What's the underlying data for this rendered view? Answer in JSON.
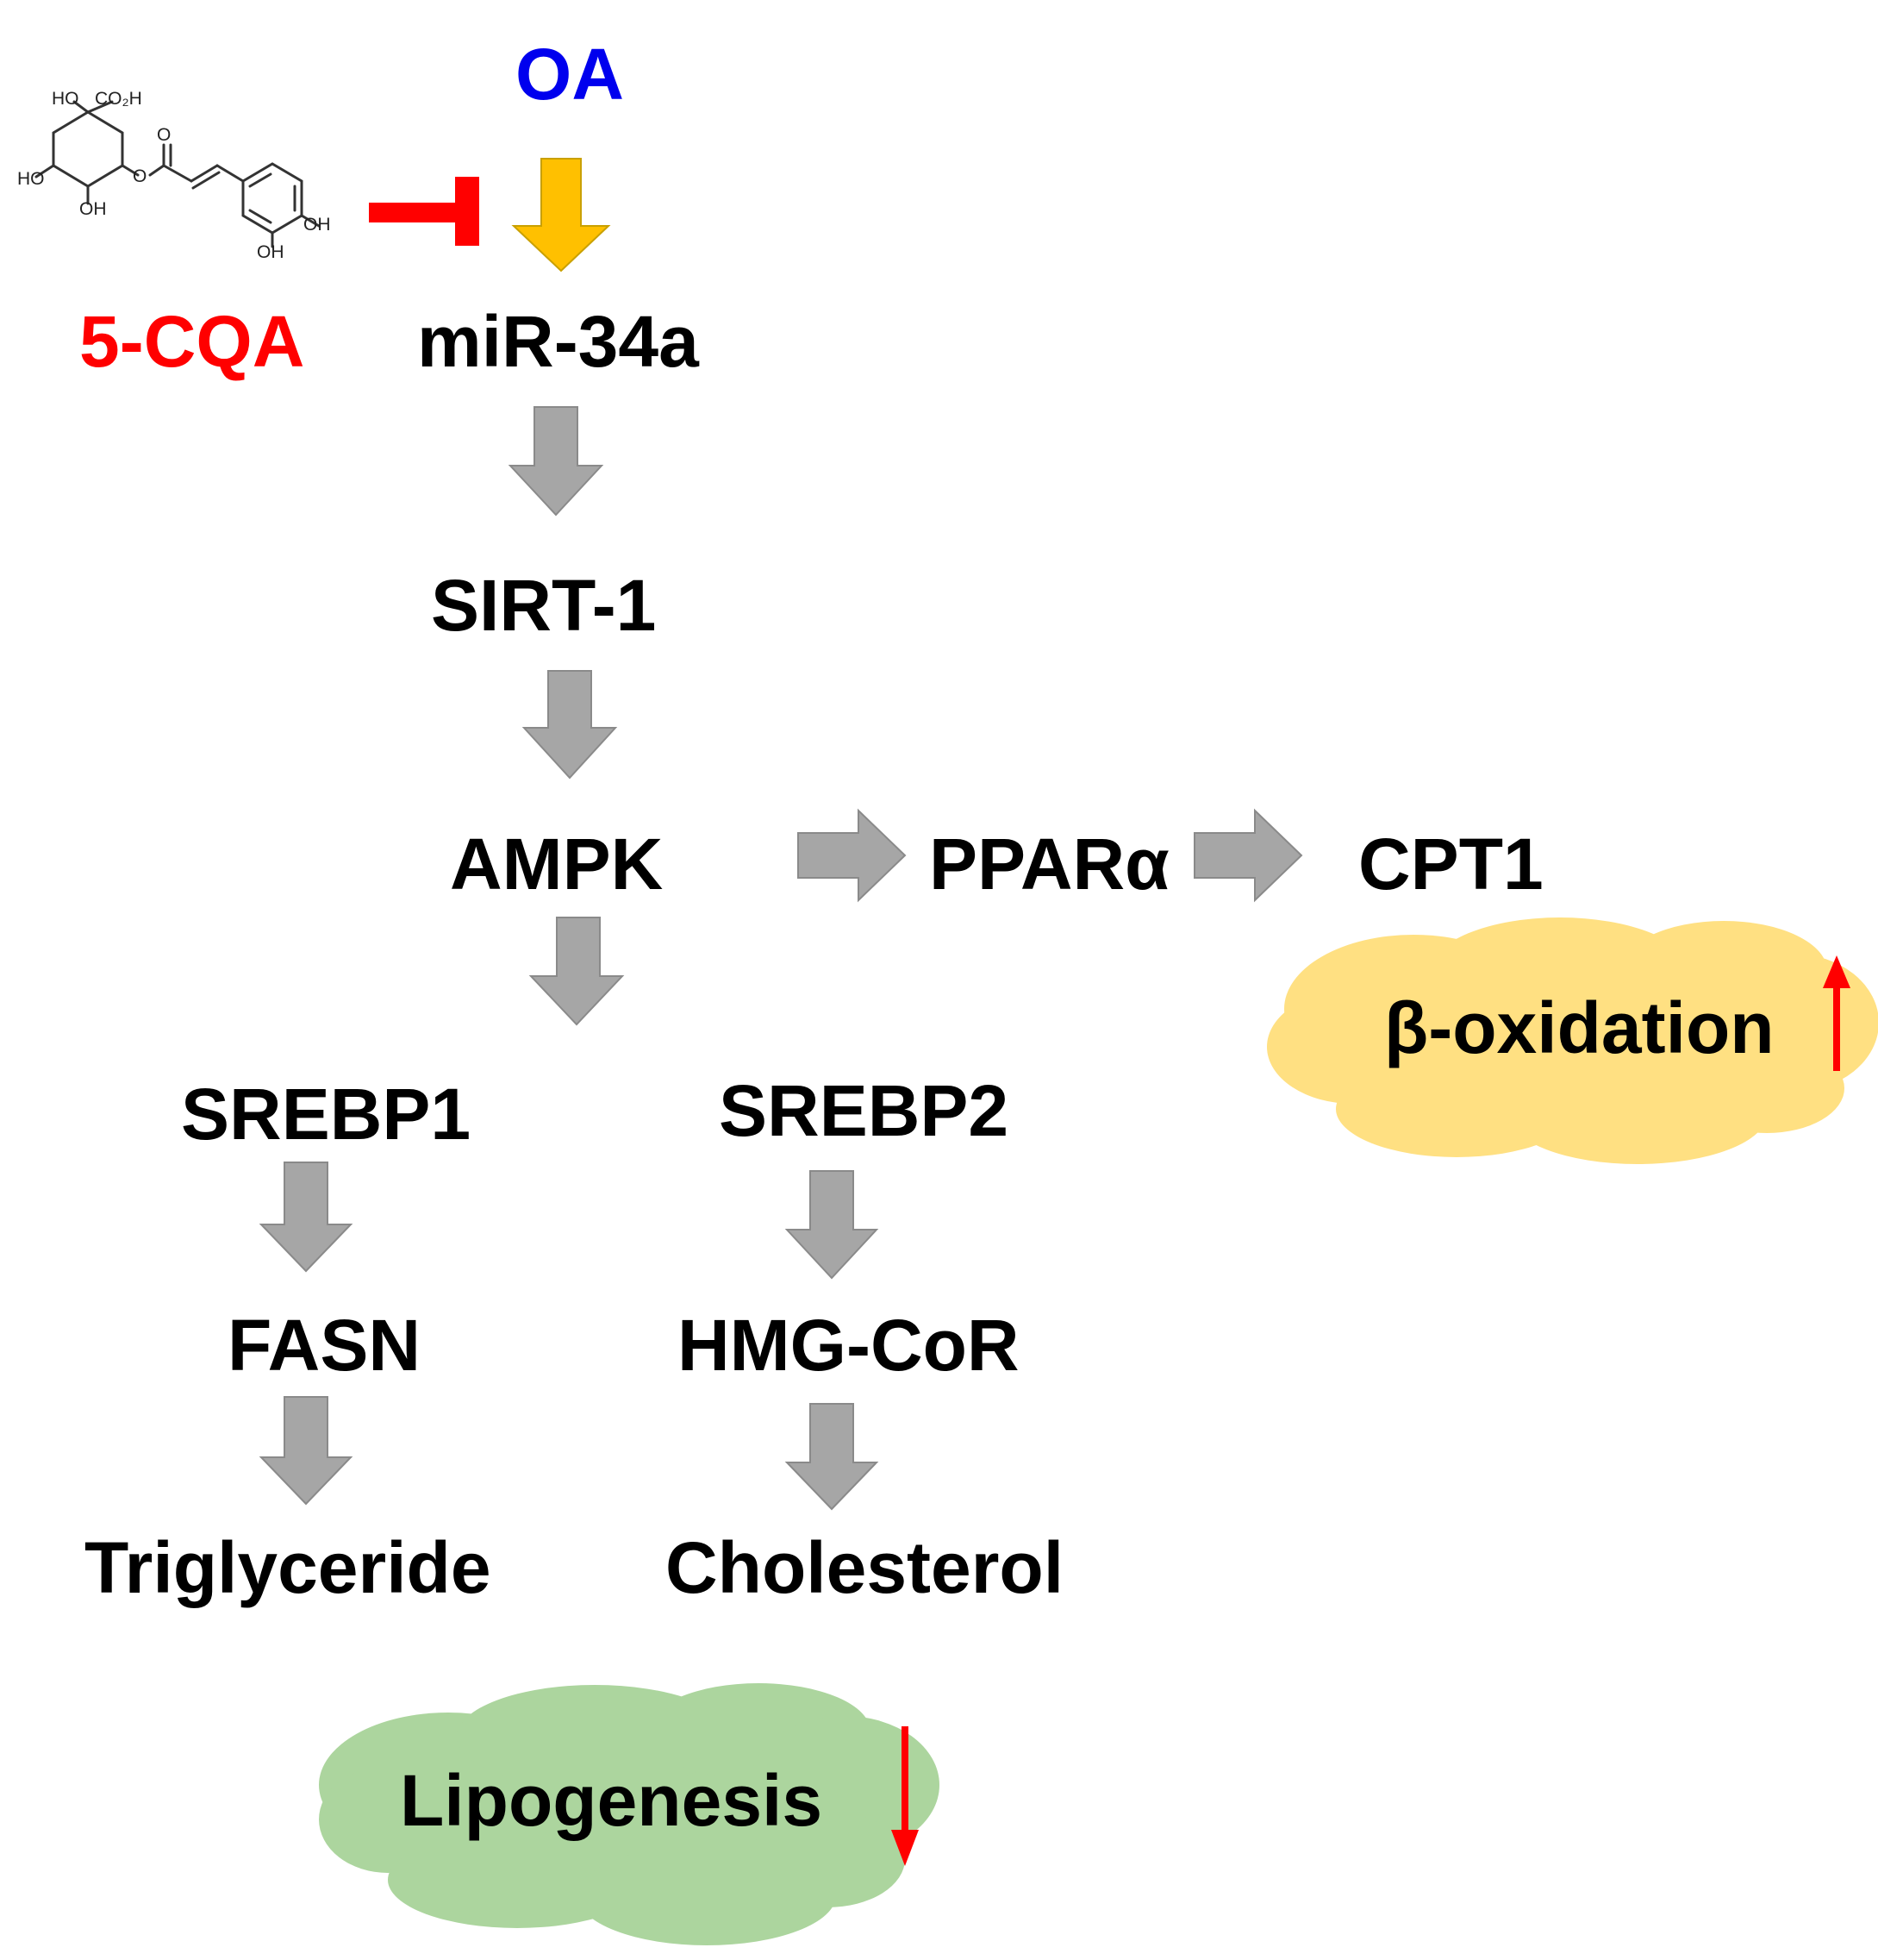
{
  "colors": {
    "inducer": "#0000ee",
    "inhibitor": "#ff0000",
    "inducer_arrow": "#ffc000",
    "pathway_arrow": "#a6a6a6",
    "oxidation_cloud": "#ffe082",
    "lipogenesis_cloud": "#acd59e",
    "change_arrow": "#ff0000"
  },
  "molecule": {
    "icon": "chlorogenic-acid-structure-icon",
    "atoms": {
      "ho_top": "HO",
      "co2h": "CO₂H",
      "ho_left": "HO",
      "oh_bottom": "OH",
      "carbonyl_o": "O",
      "ester_o": "O",
      "ring_oh_right": "OH",
      "ring_oh_bottom": "OH"
    }
  },
  "nodes": {
    "oa": "OA",
    "cqa": "5-CQA",
    "mir34a": "miR-34a",
    "sirt1": "SIRT-1",
    "ampk": "AMPK",
    "ppara": "PPARα",
    "cpt1": "CPT1",
    "boxidation": "β-oxidation",
    "srebp1": "SREBP1",
    "srebp2": "SREBP2",
    "fasn": "FASN",
    "hmgcor": "HMG-CoR",
    "triglyceride": "Triglyceride",
    "cholesterol": "Cholesterol",
    "lipogenesis": "Lipogenesis"
  },
  "icons": {
    "inhibition": "inhibition-bar-icon",
    "induction": "down-arrow-icon",
    "pathway_down": "down-arrow-icon",
    "pathway_right": "right-arrow-icon",
    "increase": "up-arrow-icon",
    "decrease": "down-arrow-icon"
  }
}
